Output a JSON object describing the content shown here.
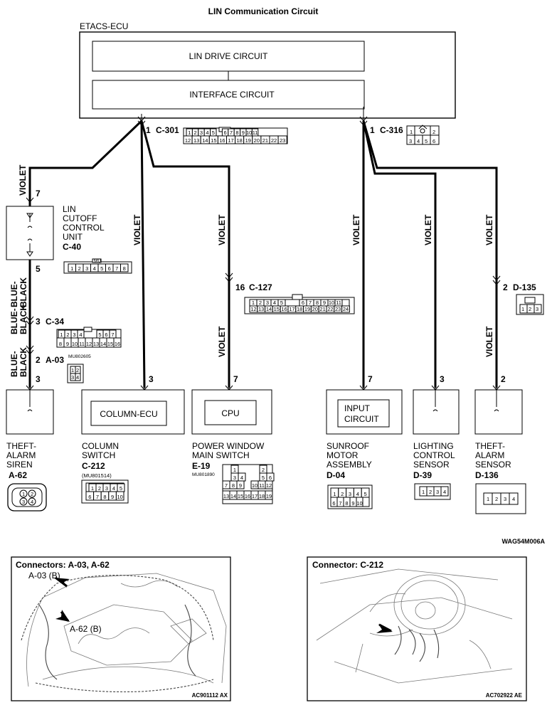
{
  "title": "LIN Communication Circuit",
  "ecu": {
    "name": "ETACS-ECU",
    "drive_circuit": "LIN DRIVE CIRCUIT",
    "interface_circuit": "INTERFACE CIRCUIT"
  },
  "wire_colors": {
    "violet": "VIOLET",
    "blue": "BLUE-",
    "black": "BLACK"
  },
  "pins": {
    "c301": "1",
    "c316": "1",
    "lin_in": "7",
    "lin_out": "5",
    "c34": "3",
    "a03": "2",
    "siren": "3",
    "column": "3",
    "c127": "16",
    "pw": "7",
    "sunroof": "7",
    "lighting": "3",
    "d135": "2",
    "theft": "2"
  },
  "connectors": {
    "c301": "C-301",
    "c316": "C-316",
    "c40": "C-40",
    "c34": "C-34",
    "a03": "A-03",
    "c127": "C-127",
    "d135": "D-135",
    "a62": "A-62",
    "c212": "C-212",
    "e19": "E-19",
    "d04": "D-04",
    "d39": "D-39",
    "d136": "D-136"
  },
  "part_numbers": {
    "a03": "MU802605",
    "c212": "(MU801514)",
    "e19": "MU801890",
    "c40_tab": "MU"
  },
  "units": {
    "lin_cutoff": [
      "LIN",
      "CUTOFF",
      "CONTROL",
      "UNIT"
    ],
    "theft_siren": [
      "THEFT-",
      "ALARM",
      "SIREN"
    ],
    "column_switch": [
      "COLUMN",
      "SWITCH"
    ],
    "column_ecu": "COLUMN-ECU",
    "power_window": [
      "POWER WINDOW",
      "MAIN SWITCH"
    ],
    "cpu": "CPU",
    "sunroof": [
      "SUNROOF",
      "MOTOR",
      "ASSEMBLY"
    ],
    "input_circuit": [
      "INPUT",
      "CIRCUIT"
    ],
    "lighting_sensor": [
      "LIGHTING",
      "CONTROL",
      "SENSOR"
    ],
    "theft_sensor": [
      "THEFT-",
      "ALARM",
      "SENSOR"
    ]
  },
  "diagram_code": "WAG54M006A",
  "locator_1": {
    "title": "Connectors: A-03, A-62",
    "callout_1": "A-03 (B)",
    "callout_2": "A-62 (B)",
    "code": "AC901112 AX"
  },
  "locator_2": {
    "title": "Connector: C-212",
    "code": "AC702922 AE"
  }
}
